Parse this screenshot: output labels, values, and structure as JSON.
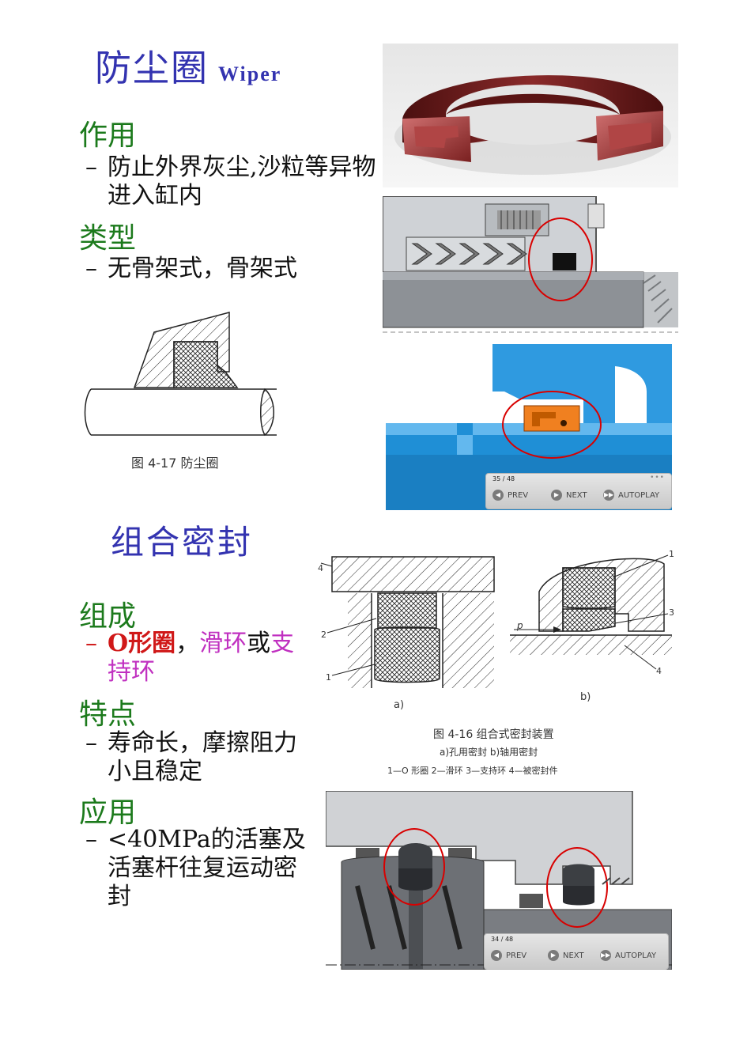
{
  "section1": {
    "title": "防尘圈",
    "title_en": "Wiper",
    "purpose_heading": "作用",
    "purpose_text": "防止外界灰尘,沙粒等异物进入缸内",
    "type_heading": "类型",
    "type_text": "无骨架式，骨架式",
    "figure_caption": "图 4-17   防尘圈"
  },
  "section2": {
    "title": "组合密封",
    "composition_heading": "组成",
    "composition_part1": "O形圈",
    "composition_sep": "，",
    "composition_part2": "滑环",
    "composition_or": "或",
    "composition_part3": "支持环",
    "feature_heading": "特点",
    "feature_text": "寿命长，摩擦阻力小且稳定",
    "application_heading": "应用",
    "application_text": "<40MPa的活塞及活塞杆往复运动密封",
    "figure_caption": "图 4-16   组合式密封装置",
    "figure_subcaption": "a)孔用密封   b)轴用密封",
    "figure_legend": "1—O 形圈   2—滑环   3—支持环   4—被密封件",
    "label_a": "a)",
    "label_b": "b)",
    "callouts": [
      "1",
      "2",
      "3",
      "4",
      "p"
    ]
  },
  "player1": {
    "counter": "35 / 48",
    "prev": "PREV",
    "next": "NEXT",
    "autoplay": "AUTOPLAY"
  },
  "player2": {
    "counter": "34 / 48",
    "prev": "PREV",
    "next": "NEXT",
    "autoplay": "AUTOPLAY"
  },
  "colors": {
    "title": "#3333b0",
    "heading": "#1c7a1c",
    "oring": "#d01818",
    "slide": "#c030c0",
    "wiper": "#6a1a1a",
    "highlight": "#d80000",
    "cad_blue": "#1f8fd6",
    "cad_orange": "#f08020"
  }
}
